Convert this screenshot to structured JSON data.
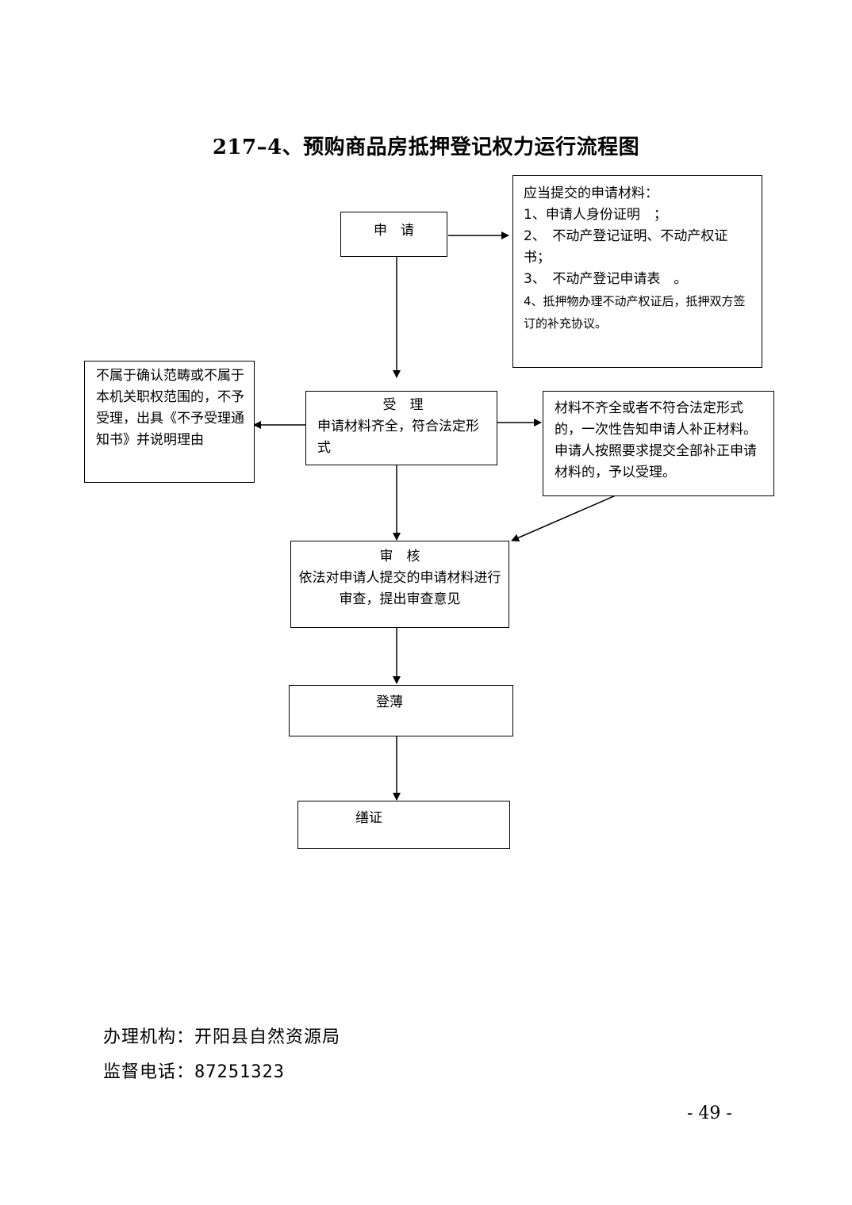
{
  "title": "217–4、预购商品房抵押登记权力运行流程图",
  "apply": {
    "label": "申　请"
  },
  "materials": {
    "heading": "应当提交的申请材料：",
    "items": [
      "1、申请人身份证明　；",
      "2、　不动产登记证明、不动产权证书；",
      "3、　不动产登记申请表　。",
      "4、抵押物办理不动产权证后，抵押双方签订的补充协议。"
    ]
  },
  "accept": {
    "title": "受　理",
    "text": "申请材料齐全，符合法定形式"
  },
  "reject": {
    "text": "不属于确认范畴或不属于本机关职权范围的，不予受理，出具《不予受理通知书》并说明理由"
  },
  "incomplete": {
    "text": "材料不齐全或者不符合法定形式的，一次性告知申请人补正材料。申请人按照要求提交全部补正申请材料的，予以受理。"
  },
  "review": {
    "title": "审　核",
    "text": "依法对申请人提交的申请材料进行审查，提出审查意见"
  },
  "register": {
    "label": "登薄"
  },
  "certificate": {
    "label": "缮证"
  },
  "footer": {
    "agency_label": "办理机构：",
    "agency": "开阳县自然资源局",
    "phone_label": "监督电话：",
    "phone": "87251323"
  },
  "page_number": "- 49 -"
}
